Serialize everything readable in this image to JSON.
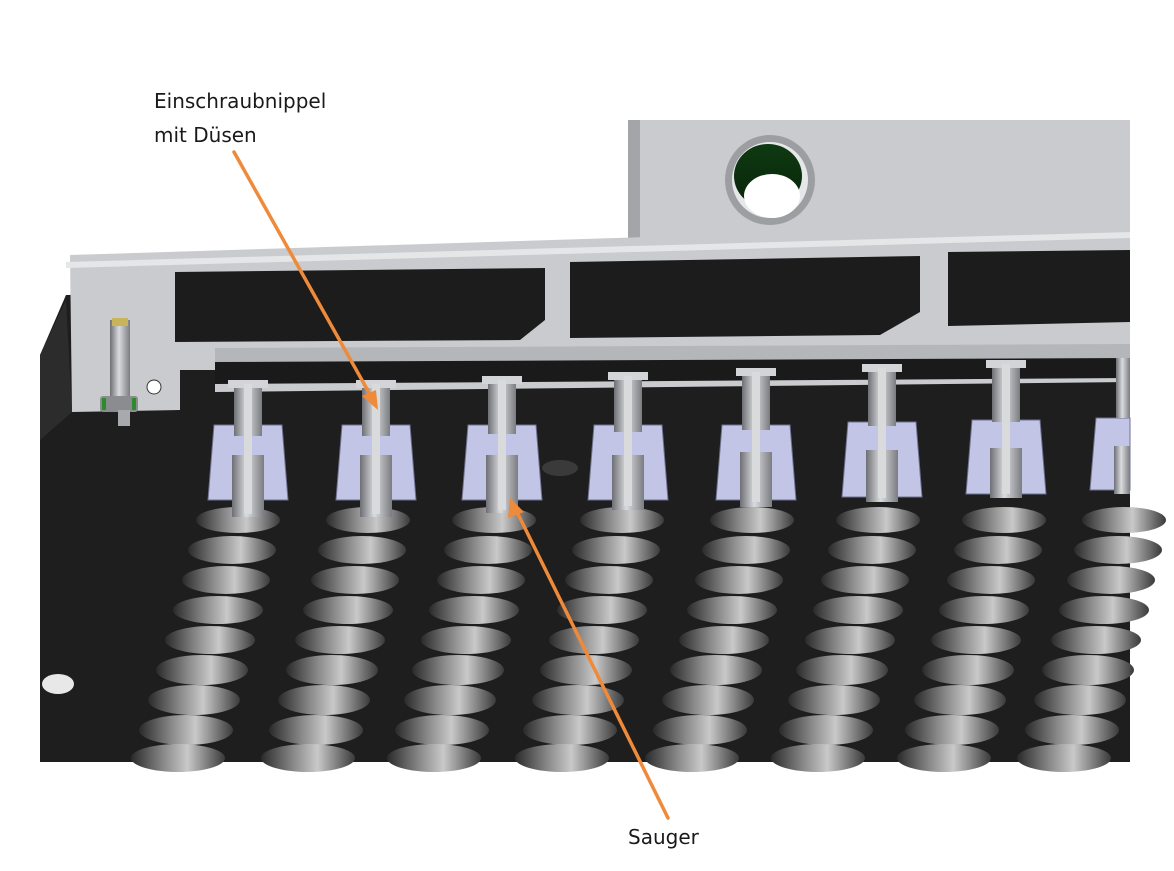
{
  "callouts": {
    "nipple": {
      "line1": "Einschraubnippel",
      "line2": "mit Düsen"
    },
    "sauger": {
      "text": "Sauger"
    }
  },
  "colors": {
    "background": "#ffffff",
    "housing_dark": "#1e1e1e",
    "housing_light": "#c9cbce",
    "cup_lavender": "#c3c5e6",
    "bellows": "#5a5a5a",
    "arrow": "#ef8a3a"
  },
  "illustration": {
    "nozzle_count": 8,
    "bellows_folds_per_column": 9
  }
}
